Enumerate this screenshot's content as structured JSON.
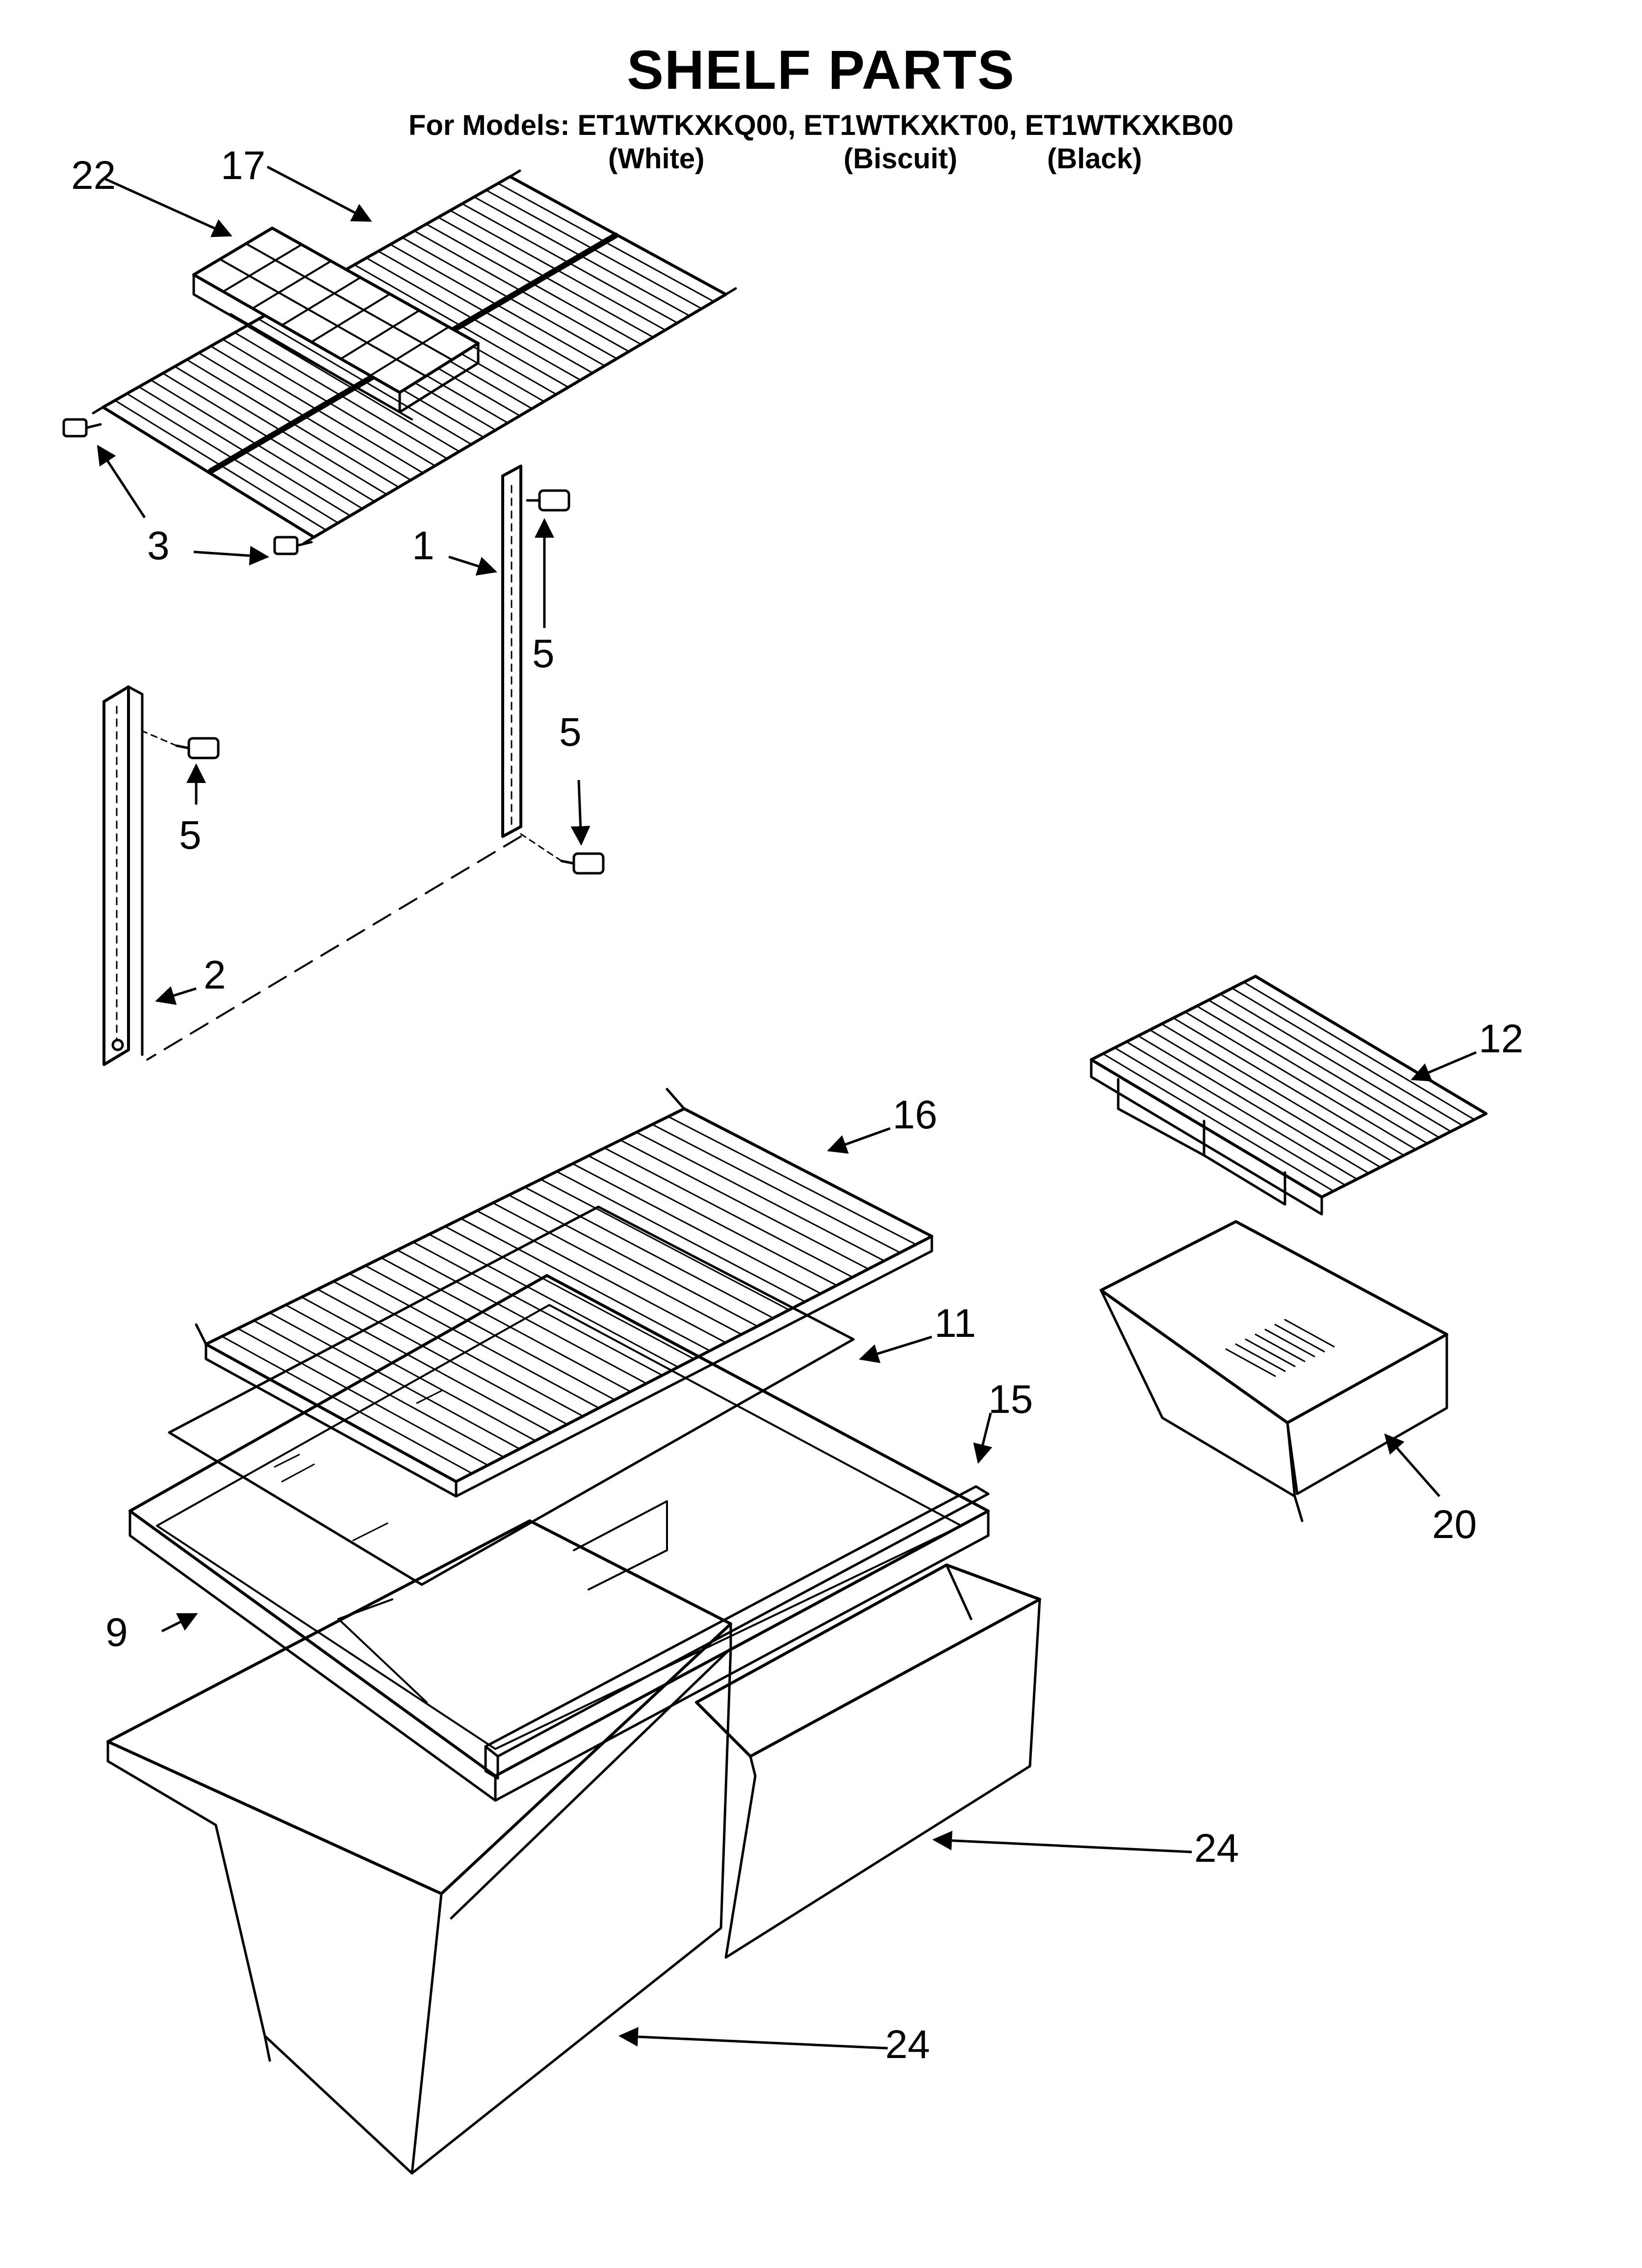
{
  "header": {
    "title": "SHELF PARTS",
    "models_line": "For Models: ET1WTKXKQ00, ET1WTKXKT00, ET1WTKXKB00",
    "variants": [
      "(White)",
      "(Biscuit)",
      "(Black)"
    ]
  },
  "callouts": [
    {
      "id": "22",
      "label": "22"
    },
    {
      "id": "17",
      "label": "17"
    },
    {
      "id": "3a",
      "label": "3"
    },
    {
      "id": "1",
      "label": "1"
    },
    {
      "id": "5a",
      "label": "5"
    },
    {
      "id": "5b",
      "label": "5"
    },
    {
      "id": "5c",
      "label": "5"
    },
    {
      "id": "2",
      "label": "2"
    },
    {
      "id": "12",
      "label": "12"
    },
    {
      "id": "16",
      "label": "16"
    },
    {
      "id": "11",
      "label": "11"
    },
    {
      "id": "15",
      "label": "15"
    },
    {
      "id": "20",
      "label": "20"
    },
    {
      "id": "9",
      "label": "9"
    },
    {
      "id": "24a",
      "label": "24"
    },
    {
      "id": "24b",
      "label": "24"
    }
  ],
  "colors": {
    "ink": "#000000",
    "paper": "#ffffff"
  }
}
